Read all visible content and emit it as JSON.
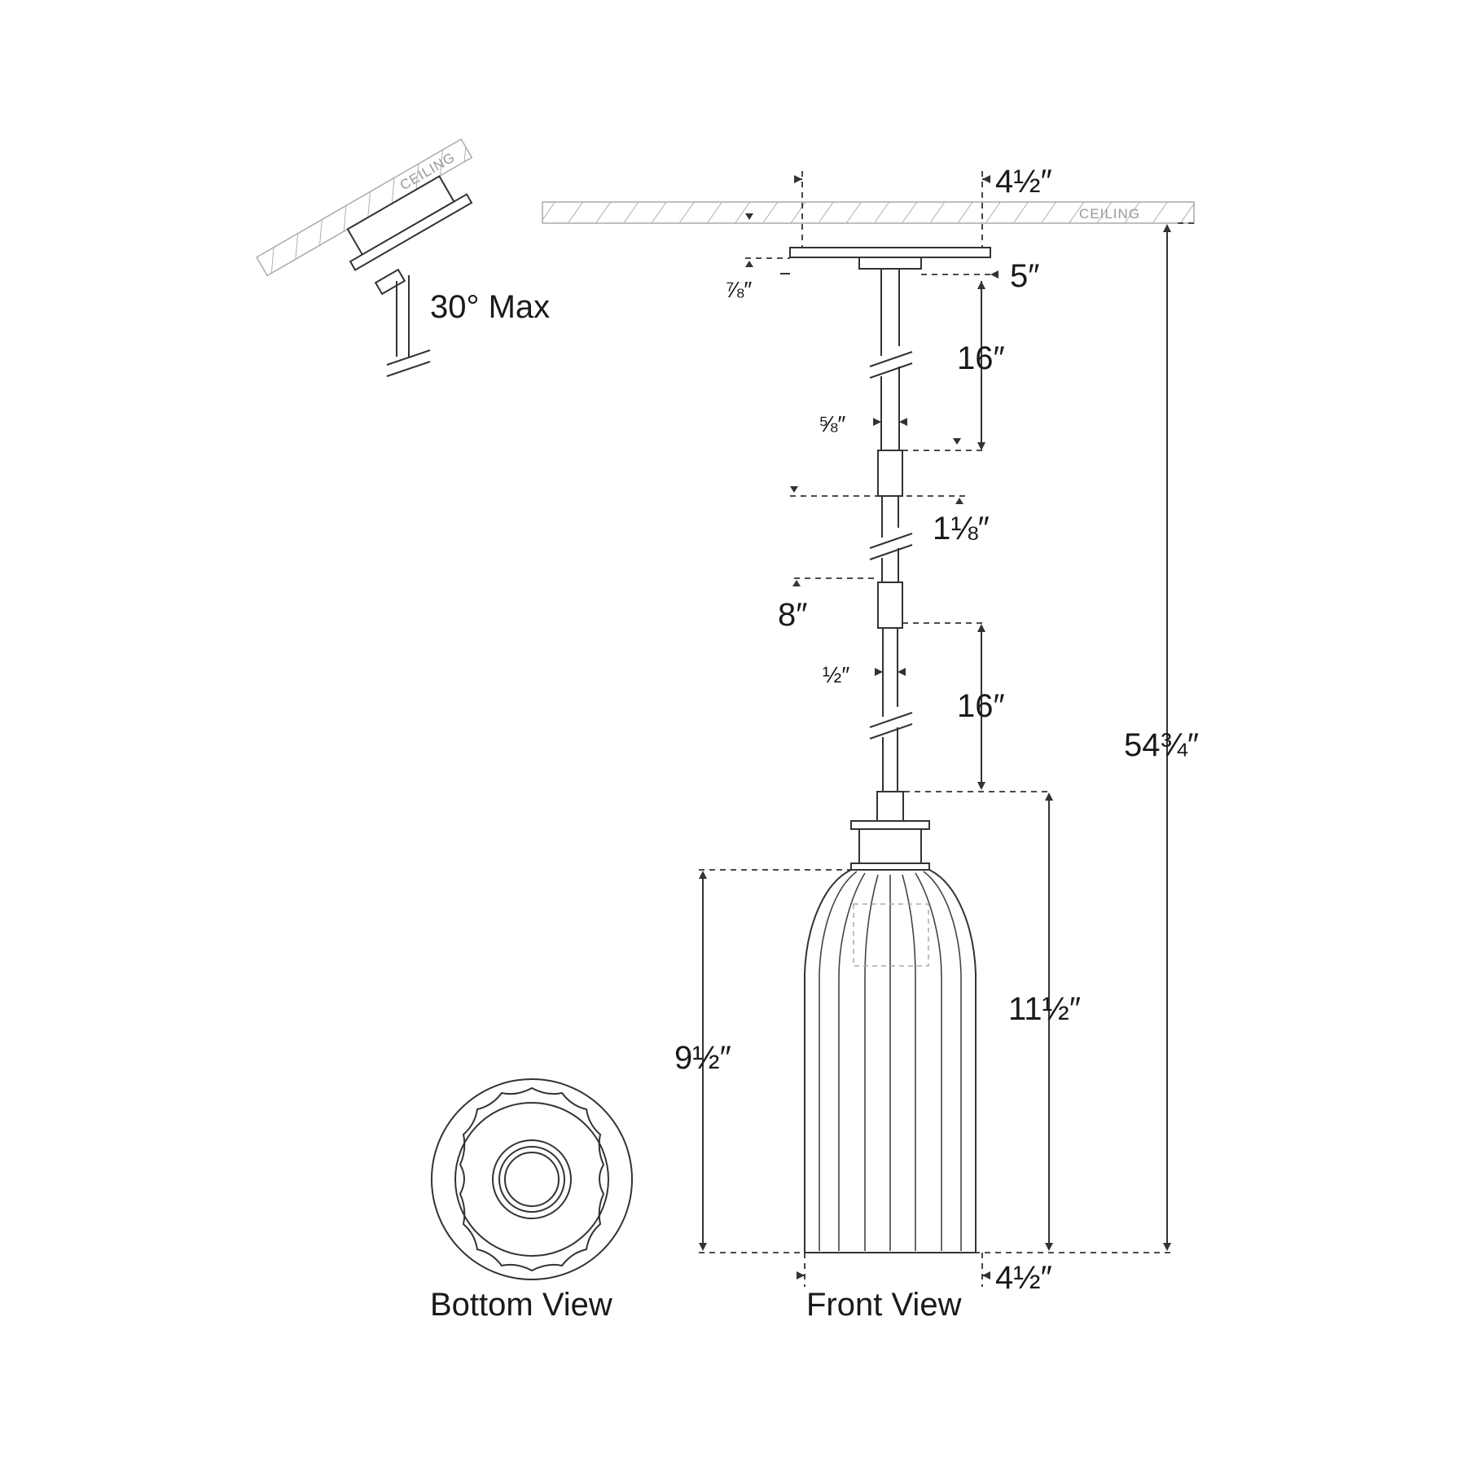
{
  "labels": {
    "ceiling_tilted": "CEILING",
    "ceiling_main": "CEILING",
    "tilt_note": "30° Max",
    "bottom_view": "Bottom View",
    "front_view": "Front View"
  },
  "dimensions": {
    "canopy_width": "4½″",
    "canopy_height": "⅞″",
    "canopy_offset": "5″",
    "stem_upper": "16″",
    "stem_diameter": "⅝″",
    "coupler": "1⅛″",
    "stem_middle": "8″",
    "stem_small_diameter": "½″",
    "stem_lower": "16″",
    "overall_height": "54¾″",
    "fixture_height": "11½″",
    "shade_height": "9½″",
    "shade_width": "4½″"
  }
}
